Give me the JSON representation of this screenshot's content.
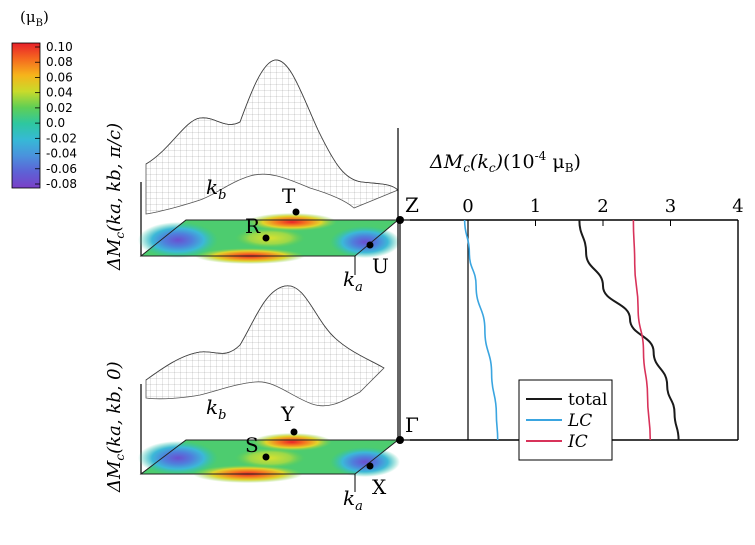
{
  "colorbar": {
    "unit_main": "(μ",
    "unit_sub": "B",
    "unit_close": ")",
    "tick_labels": [
      "0.10",
      "0.08",
      "0.06",
      "0.04",
      "0.02",
      "0.0",
      "-0.02",
      "-0.04",
      "-0.06",
      "-0.08"
    ],
    "colors": [
      "#e8202a",
      "#f56a1f",
      "#f6b41b",
      "#c9db2b",
      "#5fcf55",
      "#2ec7a0",
      "#36b9d6",
      "#4a92dd",
      "#5d62d6",
      "#7a3fc7"
    ]
  },
  "top_panel": {
    "ylabel_prefix": "ΔM",
    "ylabel_sub": "c",
    "ylabel_args": "(k",
    "ylabel_rest": "a, kb, π/c)",
    "kb_label": "k",
    "kb_sub": "b",
    "ka_label": "k",
    "ka_sub": "a",
    "points": {
      "T": "T",
      "R": "R",
      "U": "U"
    },
    "corner": "Z"
  },
  "bottom_panel": {
    "ylabel_prefix": "ΔM",
    "ylabel_sub": "c",
    "ylabel_args": "(k",
    "ylabel_rest": "a, kb, 0)",
    "kb_label": "k",
    "kb_sub": "b",
    "ka_label": "k",
    "ka_sub": "a",
    "points": {
      "Y": "Y",
      "S": "S",
      "X": "X"
    },
    "corner": "Γ"
  },
  "chart_data": {
    "type": "line",
    "title_prefix": "ΔM",
    "title_sub": "c",
    "title_arg": "(k",
    "title_arg_sub": "c",
    "title_close": ")",
    "title_unit": "(10",
    "title_exp": "-4",
    "title_unit_rest": " μ",
    "title_unit_sub": "B",
    "title_unit_close": ")",
    "xlim": [
      0,
      4
    ],
    "x_ticks": [
      "0",
      "1",
      "2",
      "3",
      "4"
    ],
    "series": [
      {
        "name": "total",
        "color": "#1a1a1a",
        "points": [
          [
            1.65,
            0.0
          ],
          [
            1.75,
            0.15
          ],
          [
            2.0,
            0.3
          ],
          [
            2.4,
            0.45
          ],
          [
            2.75,
            0.6
          ],
          [
            2.95,
            0.75
          ],
          [
            3.06,
            0.88
          ],
          [
            3.12,
            1.0
          ]
        ]
      },
      {
        "name": "LC",
        "color": "#3aa5e0",
        "points": [
          [
            -0.05,
            0.0
          ],
          [
            0.02,
            0.15
          ],
          [
            0.12,
            0.3
          ],
          [
            0.25,
            0.5
          ],
          [
            0.35,
            0.7
          ],
          [
            0.42,
            0.88
          ],
          [
            0.44,
            1.0
          ]
        ]
      },
      {
        "name": "IC",
        "color": "#d8325a",
        "points": [
          [
            2.45,
            0.0
          ],
          [
            2.47,
            0.2
          ],
          [
            2.52,
            0.4
          ],
          [
            2.6,
            0.6
          ],
          [
            2.66,
            0.8
          ],
          [
            2.7,
            1.0
          ]
        ]
      }
    ],
    "legend": [
      "total",
      "LC",
      "IC"
    ],
    "legend_placement": "bottom-left"
  }
}
